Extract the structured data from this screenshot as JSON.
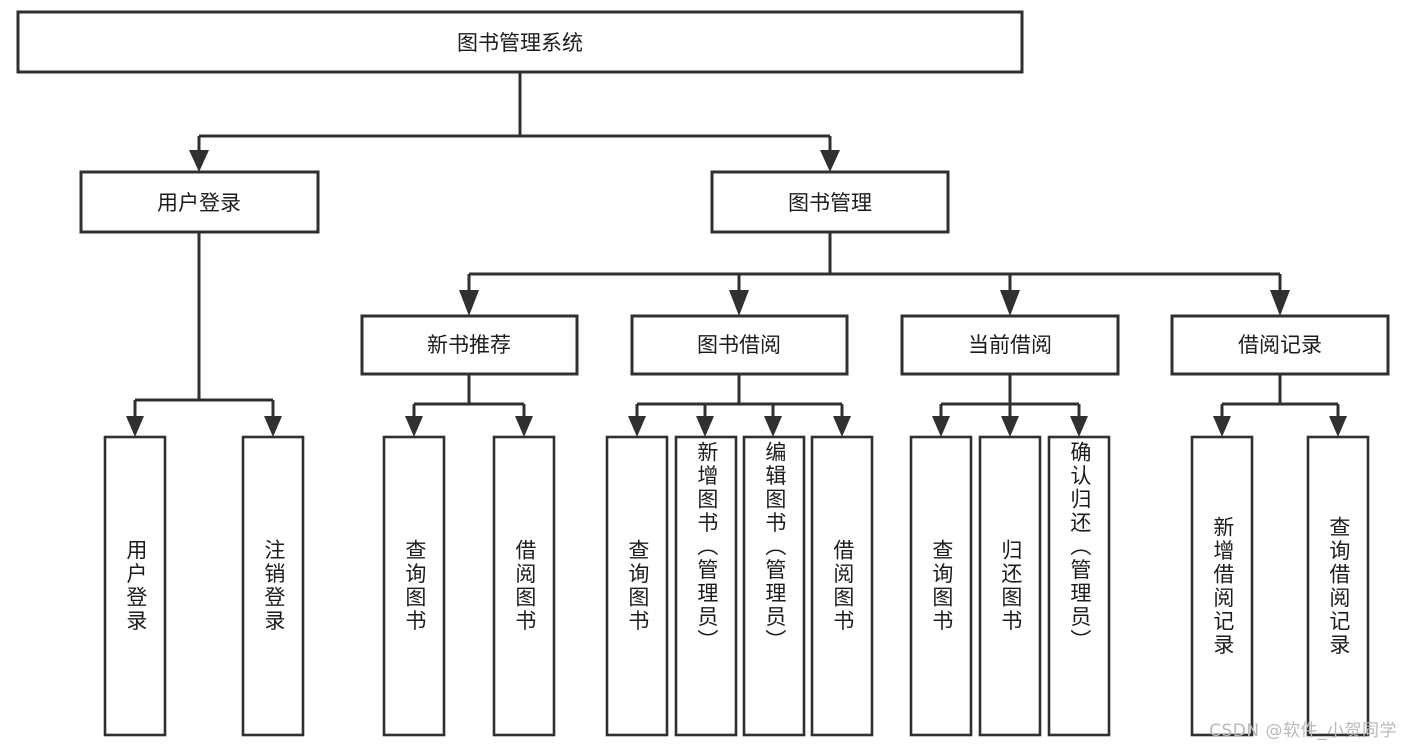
{
  "diagram": {
    "title": "图书管理系统",
    "type": "tree",
    "watermark": "CSDN @软件_小贺同学",
    "colors": {
      "stroke": "#303030",
      "fill": "#ffffff",
      "text": "#1c1c1c",
      "watermark": "#b9b9b9"
    },
    "root": {
      "label": "图书管理系统"
    },
    "level2": [
      {
        "label": "用户登录"
      },
      {
        "label": "图书管理"
      }
    ],
    "level3": [
      {
        "label": "新书推荐"
      },
      {
        "label": "图书借阅"
      },
      {
        "label": "当前借阅"
      },
      {
        "label": "借阅记录"
      }
    ],
    "leaves": {
      "user_login": [
        {
          "label": "用户登录"
        },
        {
          "label": "注销登录"
        }
      ],
      "new_book": [
        {
          "label": "查询图书"
        },
        {
          "label": "借阅图书"
        }
      ],
      "book_borrow": [
        {
          "label": "查询图书"
        },
        {
          "label": "新增图书（管理员）"
        },
        {
          "label": "编辑图书（管理员）"
        },
        {
          "label": "借阅图书"
        }
      ],
      "current_borrow": [
        {
          "label": "查询图书"
        },
        {
          "label": "归还图书"
        },
        {
          "label": "确认归还（管理员）"
        }
      ],
      "borrow_record": [
        {
          "label": "新增借阅记录"
        },
        {
          "label": "查询借阅记录"
        }
      ]
    }
  }
}
